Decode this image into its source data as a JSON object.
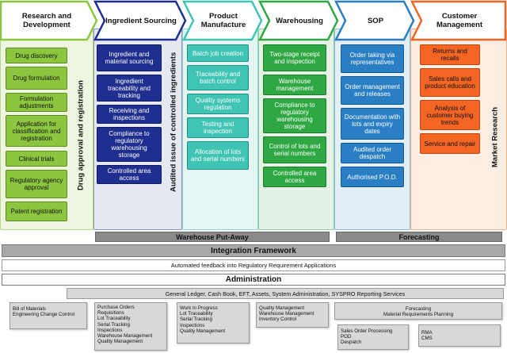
{
  "headers": [
    "Research and Development",
    "Ingredient Sourcing",
    "Product Manufacture",
    "Warehousing",
    "SOP",
    "Customer Management"
  ],
  "research": [
    "Drug discovery",
    "Drug formulation",
    "Formulation adjustments",
    "Application for classification and registration",
    "Clinical trials",
    "Regulatory agency approval",
    "Patent registration"
  ],
  "sourcing": [
    "Ingredient and material sourcing",
    "Ingredient traceability and tracking",
    "Receiving and inspections",
    "Compliance to regulatory warehousing storage",
    "Controlled area access"
  ],
  "manufacture": [
    "Batch job creation",
    "Traceability and batch control",
    "Quality systems regulation",
    "Testing and inspection",
    "Allocation of lots and serial numbers"
  ],
  "warehousing": [
    "Two-stage receipt and inspection",
    "Warehouse management",
    "Compliance to regulatory warehousing storage",
    "Control of lots and serial numbers",
    "Controlled area access"
  ],
  "sop": [
    "Order taking via representatives",
    "Order management and releases",
    "Documentation with lots and expiry dates",
    "Audited order despatch",
    "Authorised P.O.D."
  ],
  "customer": [
    "Returns and recalls",
    "Sales calls and product education",
    "Analysis of customer buying trends",
    "Service and repair"
  ],
  "vertical": {
    "drug_approval": "Drug approval and registration",
    "audited_issue": "Audited issue of controlled ingredients",
    "market_research": "Market Research"
  },
  "bars": {
    "warehouse_putaway": "Warehouse Put-Away",
    "forecasting": "Forecasting",
    "integration": "Integration Framework",
    "automated_feedback": "Automated feedback into Regulatory Requirement Applications",
    "administration": "Administration",
    "general_ledger": "General Ledger, Cash Book, EFT, Assets, System Administration, SYSPRO Reporting Services"
  },
  "modules": {
    "m1": [
      "Bill of Materials",
      "Engineering Change Control"
    ],
    "m2": [
      "Purchase Orders",
      "Requisitions",
      "Lot Traceability",
      "Serial Tracking",
      "Inspections",
      "Warehouse Management",
      "Quality Management"
    ],
    "m3": [
      "Work In Progress",
      "Lot Traceability",
      "Serial Tracking",
      "Inspections",
      "Quality Management"
    ],
    "m4": [
      "Quality Management",
      "Warehouse Management",
      "Inventory Control"
    ],
    "m5": [
      "Forecasting",
      "Material Requirements Planning"
    ],
    "m6": [
      "Sales Order Processing",
      "POD",
      "Despatch"
    ],
    "m7": [
      "RMA",
      "CMS"
    ]
  },
  "colors": {
    "research": "#8cc63f",
    "sourcing": "#1f2f8f",
    "manufacture": "#40c4b4",
    "warehousing": "#2fa843",
    "sop": "#2a7ec4",
    "customer": "#f26522"
  }
}
